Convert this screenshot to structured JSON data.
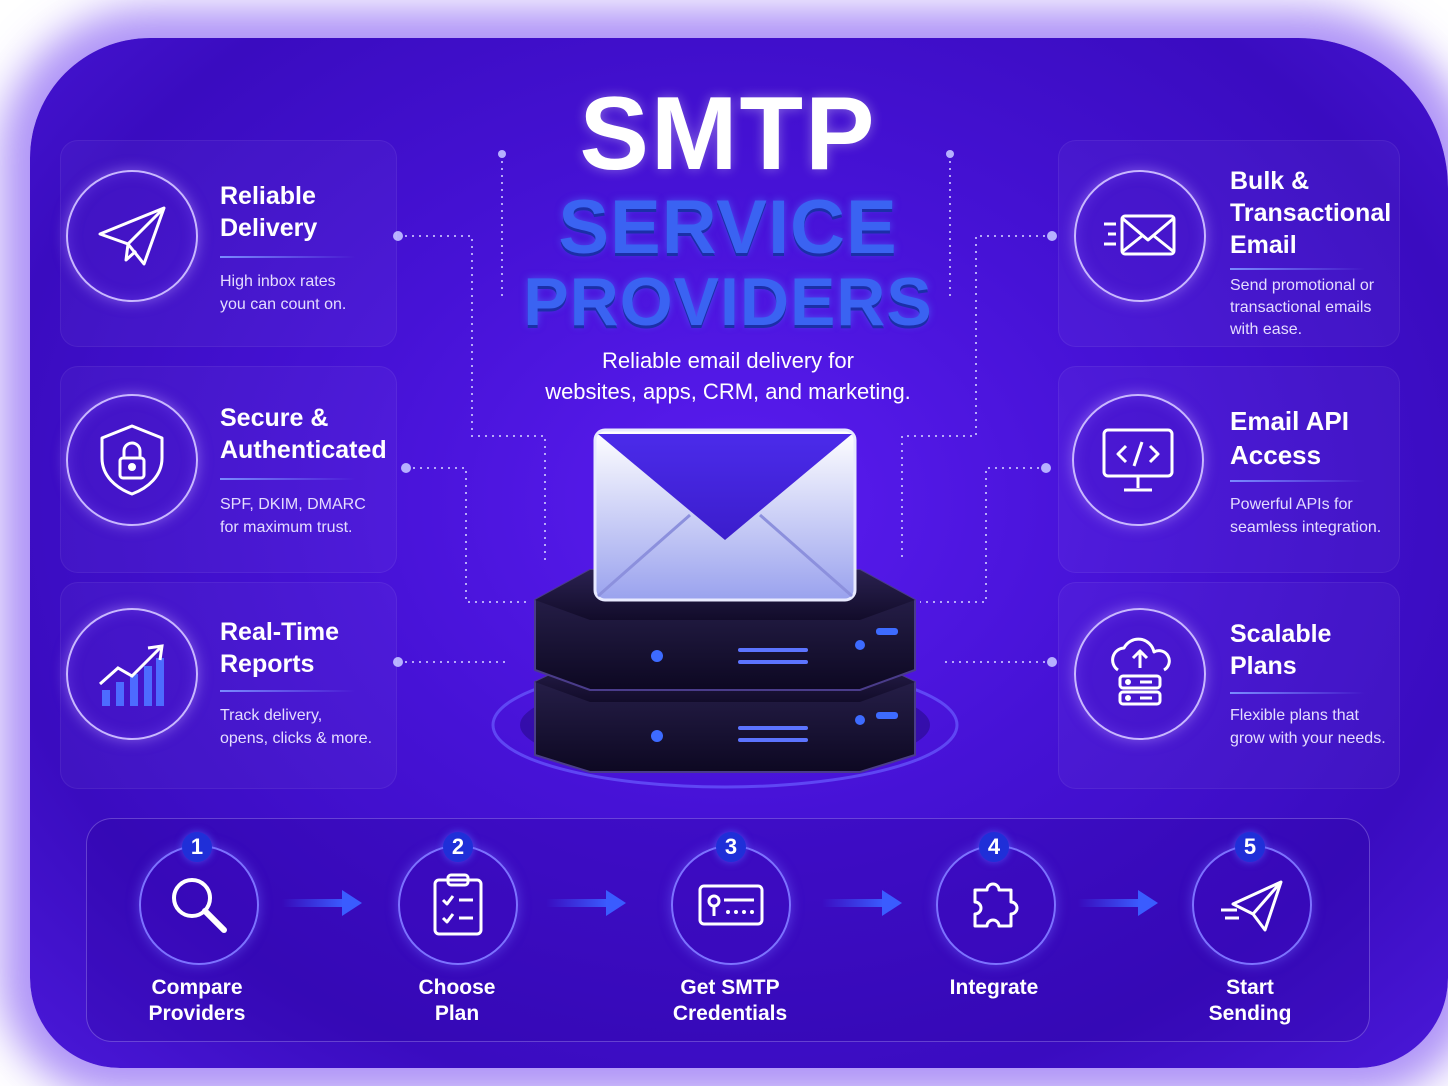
{
  "title": {
    "line1": "SMTP",
    "line2": "SERVICE",
    "line3": "PROVIDERS"
  },
  "subtitle": {
    "line1": "Reliable email delivery for",
    "line2": "websites, apps, CRM, and marketing."
  },
  "features_left": [
    {
      "icon": "paper-plane-icon",
      "title1": "Reliable",
      "title2": "Delivery",
      "desc1": "High inbox rates",
      "desc2": "you can count on."
    },
    {
      "icon": "shield-lock-icon",
      "title1": "Secure &",
      "title2": "Authenticated",
      "desc1": "SPF, DKIM, DMARC",
      "desc2": "for maximum trust."
    },
    {
      "icon": "bar-chart-icon",
      "title1": "Real-Time",
      "title2": "Reports",
      "desc1": "Track delivery,",
      "desc2": "opens, clicks & more."
    }
  ],
  "features_right": [
    {
      "icon": "envelope-icon",
      "title1": "Bulk &",
      "title2": "Transactional",
      "title3": "Email",
      "desc1": "Send promotional or",
      "desc2": "transactional emails",
      "desc3": "with ease."
    },
    {
      "icon": "code-monitor-icon",
      "title1": "Email API",
      "title2": "Access",
      "desc1": "Powerful APIs for",
      "desc2": "seamless integration."
    },
    {
      "icon": "cloud-server-icon",
      "title1": "Scalable",
      "title2": "Plans",
      "desc1": "Flexible plans that",
      "desc2": "grow with your needs."
    }
  ],
  "steps": [
    {
      "num": "1",
      "icon": "magnifier-icon",
      "label1": "Compare",
      "label2": "Providers"
    },
    {
      "num": "2",
      "icon": "clipboard-checklist-icon",
      "label1": "Choose",
      "label2": "Plan"
    },
    {
      "num": "3",
      "icon": "credentials-card-icon",
      "label1": "Get SMTP",
      "label2": "Credentials"
    },
    {
      "num": "4",
      "icon": "puzzle-icon",
      "label1": "Integrate",
      "label2": ""
    },
    {
      "num": "5",
      "icon": "send-plane-icon",
      "label1": "Start",
      "label2": "Sending"
    }
  ],
  "colors": {
    "background": "#4612d6",
    "accent": "#3a63f2",
    "step_badge": "#1f2fd8",
    "text": "#ffffff"
  }
}
